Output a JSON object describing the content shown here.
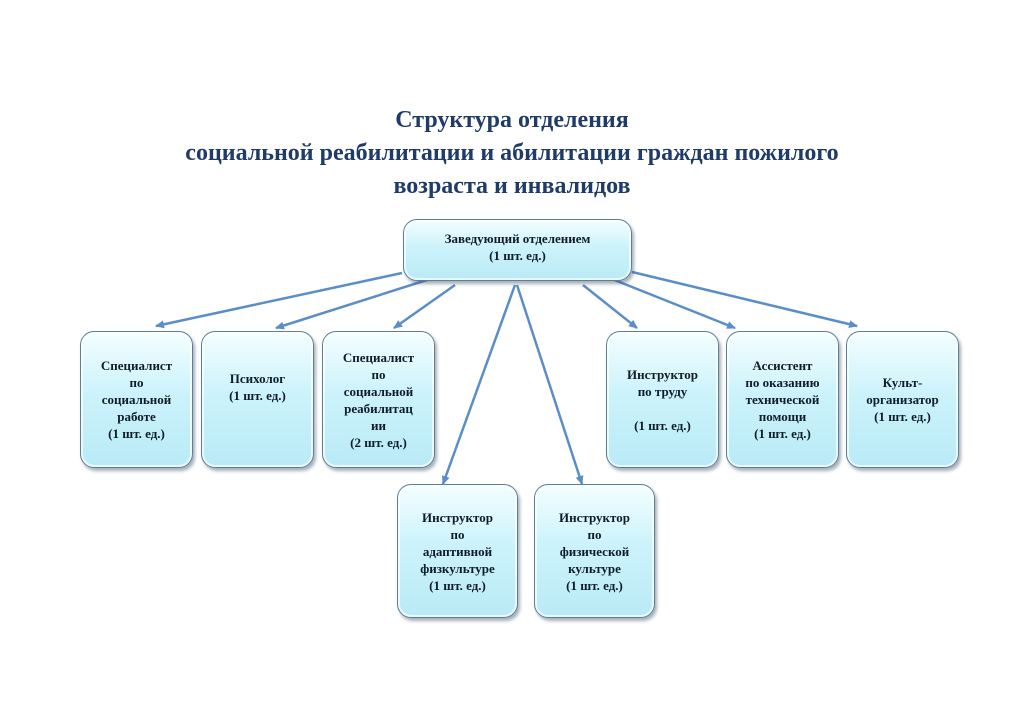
{
  "title": {
    "line1": "Структура отделения",
    "line2": "социальной реабилитации и абилитации граждан пожилого",
    "line3": "возраста и инвалидов"
  },
  "head": {
    "line1": "Заведующий отделением",
    "line2": "(1 шт. ед.)"
  },
  "nodes": {
    "specialist_social_work": [
      "Специалист",
      "по",
      "социальной",
      "работе",
      "(1 шт. ед.)"
    ],
    "psychologist": [
      "Психолог",
      "(1 шт. ед.)"
    ],
    "specialist_rehab": [
      "Специалист",
      "по",
      "социальной",
      "реабилитац",
      "ии",
      "(2 шт. ед.)"
    ],
    "instructor_labor": [
      "Инструктор",
      "по труду",
      "",
      "(1 шт. ед.)"
    ],
    "assistant": [
      "Ассистент",
      "по оказанию",
      "технической",
      "помощи",
      "(1 шт. ед.)"
    ],
    "culture_organizer": [
      "Культ-",
      "организатор",
      "(1 шт. ед.)"
    ],
    "instructor_adaptive": [
      "Инструктор",
      "по",
      "адаптивной",
      "физкультуре",
      "(1 шт. ед.)"
    ],
    "instructor_physical": [
      "Инструктор",
      "по",
      "физической",
      "культуре",
      "(1 шт. ед.)"
    ]
  },
  "colors": {
    "title": "#1f3b67",
    "connector": "#5b8ec9",
    "box_border": "#5b7f9a",
    "box_fill_top": "#f4feff",
    "box_fill_bottom": "#b9eaf6"
  }
}
